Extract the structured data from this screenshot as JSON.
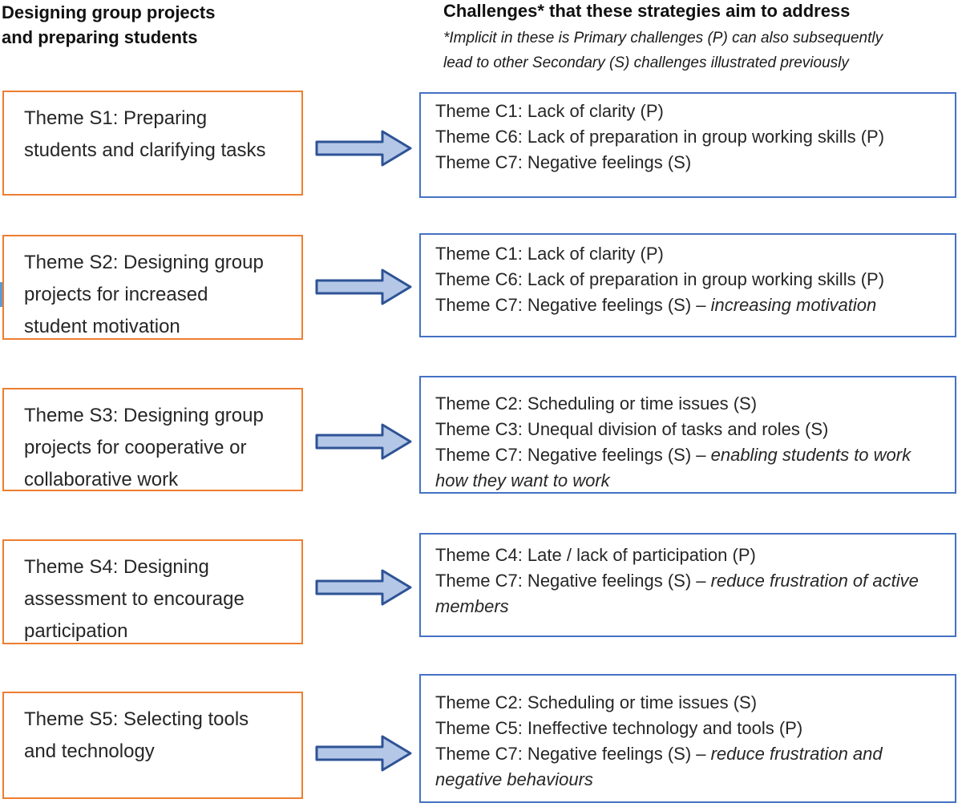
{
  "headers": {
    "left": {
      "lines": [
        "Designing group projects",
        "and preparing students"
      ]
    },
    "right": {
      "title": "Challenges* that these strategies aim to address",
      "note_lines": [
        "*Implicit in these is Primary challenges (P) can also subsequently",
        "lead to other Secondary (S) challenges illustrated previously"
      ]
    }
  },
  "colors": {
    "strategy_border": "#ED7D31",
    "challenge_border": "#4472C4",
    "arrow_fill": "#B4C7E7",
    "arrow_stroke": "#2E5395",
    "marker_blue": "#5B9BD5",
    "text": "#262626"
  },
  "rows": [
    {
      "strategy_lines": [
        "Theme S1: Preparing",
        "students and clarifying tasks"
      ],
      "challenges": [
        {
          "text": "Theme C1: Lack of clarity (P)"
        },
        {
          "text": "Theme C6: Lack of preparation in group working skills (P)"
        },
        {
          "text": "Theme C7: Negative feelings (S)"
        }
      ]
    },
    {
      "strategy_lines": [
        "Theme S2: Designing group",
        "projects for increased",
        "student motivation"
      ],
      "challenges": [
        {
          "text": "Theme C1: Lack of clarity (P)"
        },
        {
          "text": "Theme C6: Lack of preparation in group working skills (P)"
        },
        {
          "text": "Theme C7: Negative feelings (S) – ",
          "italic": "increasing motivation"
        }
      ]
    },
    {
      "strategy_lines": [
        "Theme S3: Designing group",
        "projects for cooperative or",
        "collaborative work"
      ],
      "challenges": [
        {
          "text": "Theme C2: Scheduling or time issues (S)"
        },
        {
          "text": "Theme C3: Unequal division of tasks and roles (S)"
        },
        {
          "text": "Theme C7: Negative feelings (S) – ",
          "italic": "enabling students to work how they want to work"
        }
      ]
    },
    {
      "strategy_lines": [
        "Theme S4: Designing",
        "assessment to encourage",
        "participation"
      ],
      "challenges": [
        {
          "text": "Theme C4: Late / lack of participation (P)"
        },
        {
          "text": "Theme C7: Negative feelings (S) – ",
          "italic": "reduce frustration of active members"
        }
      ]
    },
    {
      "strategy_lines": [
        "Theme S5: Selecting tools",
        "and technology"
      ],
      "challenges": [
        {
          "text": "Theme C2: Scheduling or time issues (S)"
        },
        {
          "text": "Theme C5: Ineffective technology and tools (P)"
        },
        {
          "text": "Theme C7: Negative feelings (S) – ",
          "italic": "reduce frustration and negative behaviours"
        }
      ]
    }
  ]
}
